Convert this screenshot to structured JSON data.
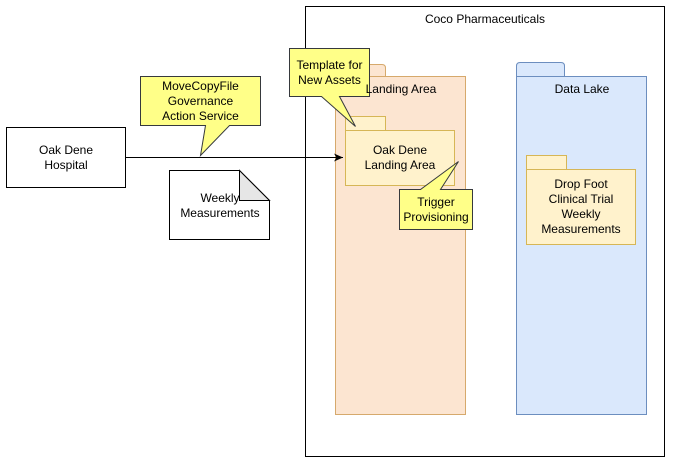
{
  "colors": {
    "stroke": "#000000",
    "landing_area_fill": "#fce5d1",
    "landing_area_stroke": "#d6a96c",
    "data_lake_fill": "#dae8fc",
    "data_lake_stroke": "#6c8ebf",
    "inner_folder_fill": "#fff2cc",
    "inner_folder_stroke": "#d6b656",
    "callout_fill": "#ffff88",
    "callout_stroke": "#36393d",
    "document_corner_fill": "#e6e6e6"
  },
  "organization": {
    "label": "Coco Pharmaceuticals"
  },
  "hospital": {
    "label": "Oak Dene\nHospital"
  },
  "document": {
    "label": "Weekly\nMeasurements"
  },
  "landing_area": {
    "label": "Landing Area"
  },
  "oak_dene_landing_area": {
    "label": "Oak Dene\nLanding Area"
  },
  "data_lake": {
    "label": "Data Lake"
  },
  "drop_foot_folder": {
    "label": "Drop Foot\nClinical Trial\nWeekly\nMeasurements"
  },
  "callouts": {
    "governance_action": "MoveCopyFile\nGovernance\nAction Service",
    "template": "Template for\nNew Assets",
    "trigger": "Trigger\nProvisioning"
  }
}
